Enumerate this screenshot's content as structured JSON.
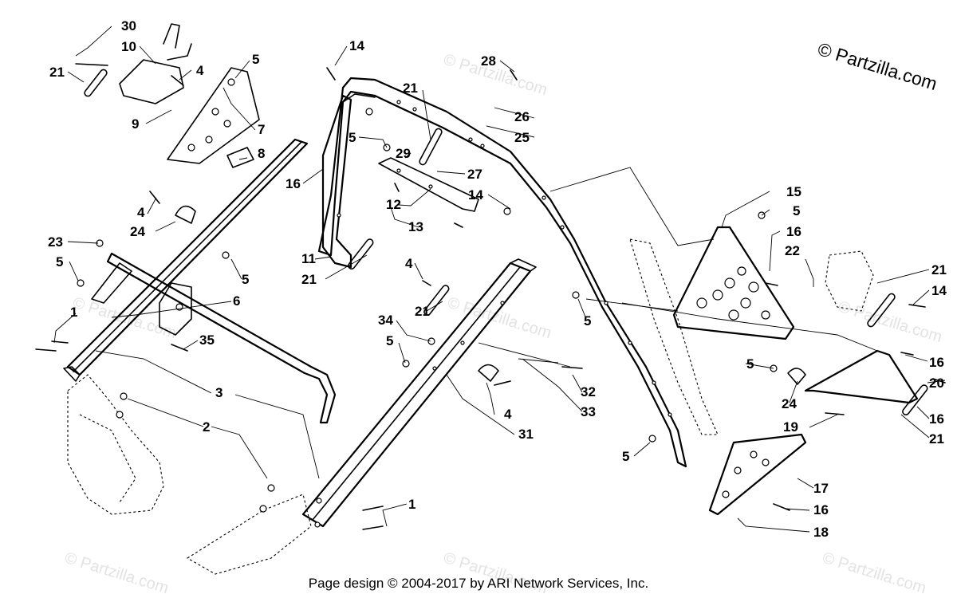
{
  "brand_watermark": "© Partzilla.com",
  "footer": {
    "copyright": "Page design © 2004-2017 by ARI Network Services, Inc."
  },
  "background_watermark": "© Partzilla.com",
  "callouts": {
    "c30": "30",
    "c10": "10",
    "c21a": "21",
    "c4a": "4",
    "c5a": "5",
    "c9": "9",
    "c7": "7",
    "c8": "8",
    "c16a": "16",
    "c14a": "14",
    "c28": "28",
    "c21b": "21",
    "c26": "26",
    "c25": "25",
    "c5b": "5",
    "c29": "29",
    "c27": "27",
    "c12": "12",
    "c14b": "14",
    "c13": "13",
    "c4b": "4",
    "c24a": "24",
    "c23": "23",
    "c5c": "5",
    "c5d": "5",
    "c6": "6",
    "c11": "11",
    "c21c": "21",
    "c1a": "1",
    "c35": "35",
    "c3": "3",
    "c2": "2",
    "c4c": "4",
    "c21d": "21",
    "c34": "34",
    "c5e": "5",
    "c5f": "5",
    "c32": "32",
    "c4d": "4",
    "c33": "33",
    "c31": "31",
    "c1b": "1",
    "c15": "15",
    "c5g": "5",
    "c16b": "16",
    "c22": "22",
    "c21e": "21",
    "c14c": "14",
    "c5h": "5",
    "c16c": "16",
    "c20": "20",
    "c24b": "24",
    "c16d": "16",
    "c19": "19",
    "c21f": "21",
    "c5i": "5",
    "c17": "17",
    "c16e": "16",
    "c18": "18"
  }
}
